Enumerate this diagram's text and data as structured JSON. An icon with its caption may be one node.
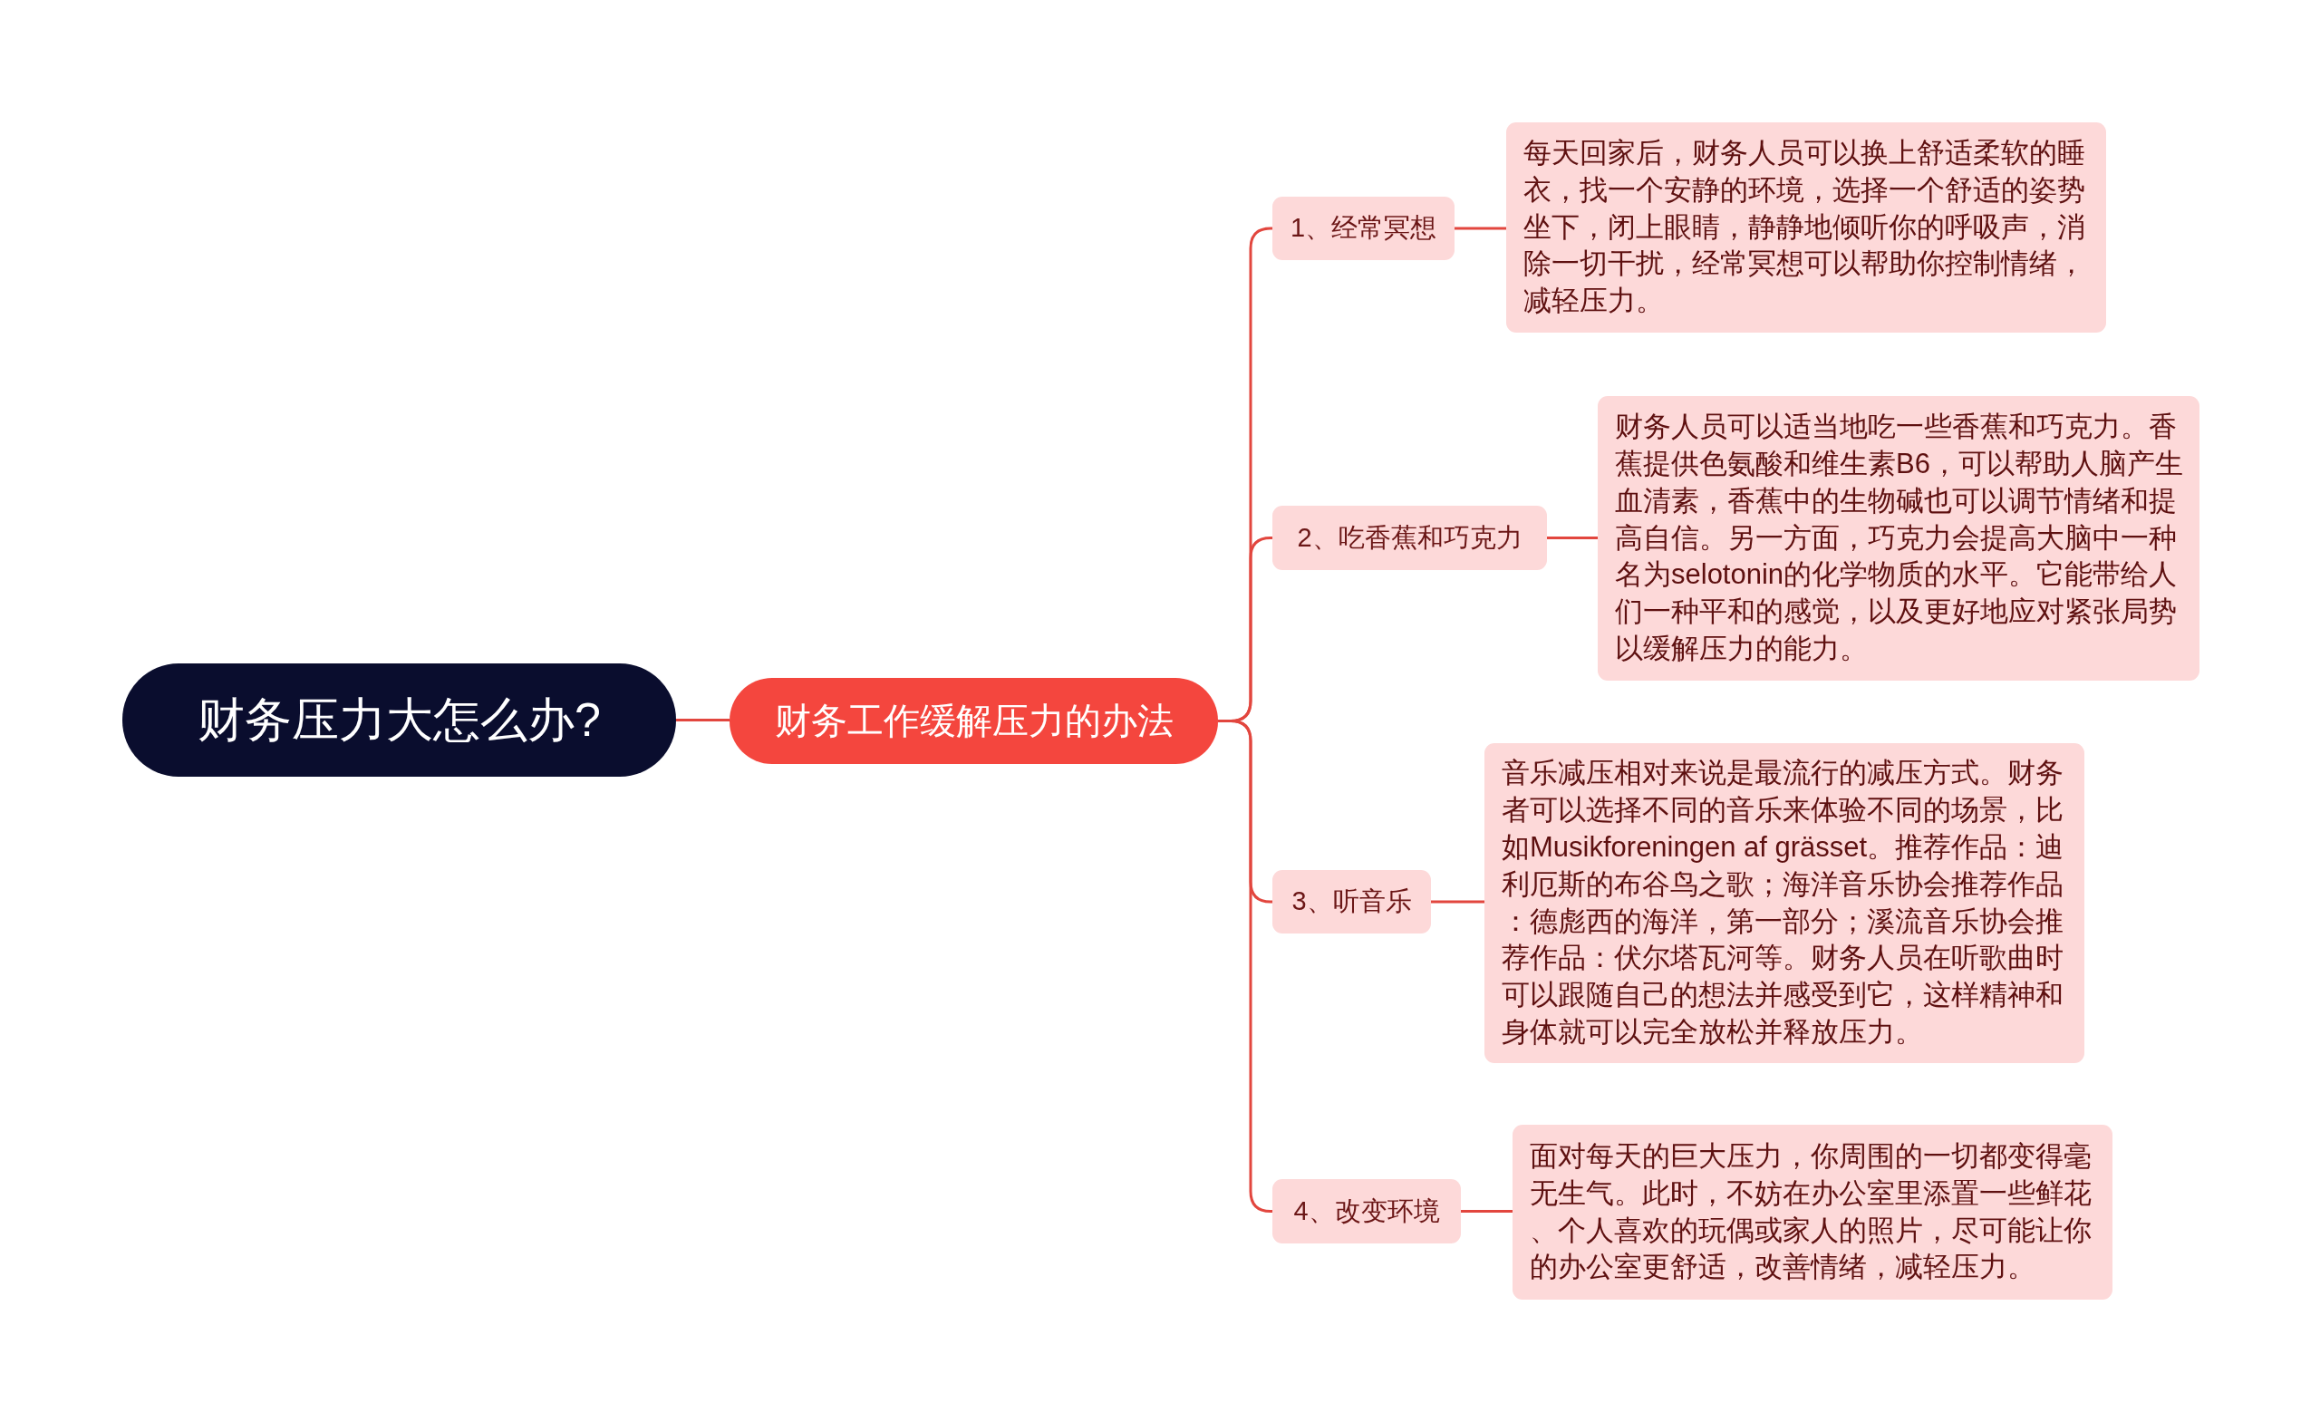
{
  "diagram": {
    "nodes": [
      {
        "text": [
          "财务压力大怎么办?"
        ]
      },
      {
        "text": [
          "财务工作缓解压力的办法"
        ]
      },
      {
        "text": [
          "1、经常冥想"
        ]
      },
      {
        "text": [
          "每天回家后，财务人员可以换上舒适柔软的睡衣，找一个安静的环境，选择一个舒适的姿势坐下，闭上眼睛，静静地倾听你的呼吸声，消除一切干扰，经常冥想可以帮助你控制情绪，减轻压力。"
        ]
      },
      {
        "text": [
          "2、吃香蕉和巧克力"
        ]
      },
      {
        "text": [
          "财务人员可以适当地吃一些香蕉和巧克力。香蕉提供色氨酸和维生素B6，可以帮助人脑产生血清素，香蕉中的生物碱也可以调节情绪和提高自信。另一方面，巧克力会提高大脑中一种名为selotonin的化学物质的水平。它能带给人们一种平和的感觉，以及更好地应对紧张局势以缓解压力的能力。"
        ]
      },
      {
        "text": [
          "3、听音乐"
        ]
      },
      {
        "text": [
          "音乐减压相对来说是最流行的减压方式。财务者可以选择不同的音乐来体验不同的场景，比如Musikforeningen af grässet。推荐作品：迪利厄斯的布谷鸟之歌；海洋音乐协会推荐作品：德彪西的海洋，第一部分；溪流音乐协会推荐作品：伏尔塔瓦河等。财务人员在听歌曲时可以跟随自己的想法并感受到它，这样精神和身体就可以完全放松并释放压力。"
        ]
      },
      {
        "text": [
          "4、改变环境"
        ]
      },
      {
        "text": [
          "面对每天的巨大压力，你周围的一切都变得毫无生气。此时，不妨在办公室里添置一些鲜花、个人喜欢的玩偶或家人的照片，尽可能让你的办公室更舒适，改善情绪，减轻压力。"
        ]
      }
    ],
    "edges": [
      {
        "from": 0,
        "to": 1,
        "arrow": "none"
      },
      {
        "from": 1,
        "to": 2,
        "arrow": "none"
      },
      {
        "from": 2,
        "to": 3,
        "arrow": "none"
      },
      {
        "from": 1,
        "to": 4,
        "arrow": "none"
      },
      {
        "from": 4,
        "to": 5,
        "arrow": "none"
      },
      {
        "from": 1,
        "to": 6,
        "arrow": "none"
      },
      {
        "from": 6,
        "to": 7,
        "arrow": "none"
      },
      {
        "from": 1,
        "to": 8,
        "arrow": "none"
      },
      {
        "from": 8,
        "to": 9,
        "arrow": "none"
      }
    ]
  }
}
